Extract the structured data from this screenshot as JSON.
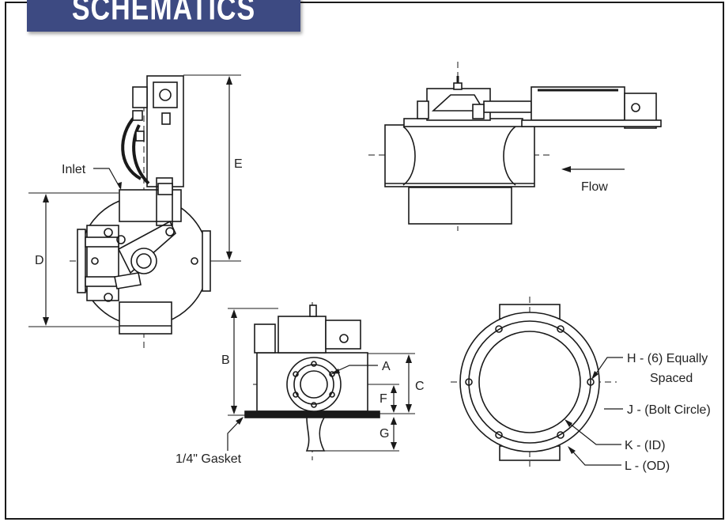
{
  "header": {
    "title": "SCHEMATICS"
  },
  "labels": {
    "inlet": "Inlet",
    "flow": "Flow",
    "gasket": "1/4\" Gasket",
    "dim_a": "A",
    "dim_b": "B",
    "dim_c": "C",
    "dim_d": "D",
    "dim_e": "E",
    "dim_f": "F",
    "dim_g": "G",
    "h_line1": "H - (6) Equally",
    "h_line2": "Spaced",
    "j": "J - (Bolt Circle)",
    "k": "K - (ID)",
    "l": "L - (OD)"
  },
  "colors": {
    "tab": "#3d4a82",
    "line": "#1a1a1a"
  }
}
